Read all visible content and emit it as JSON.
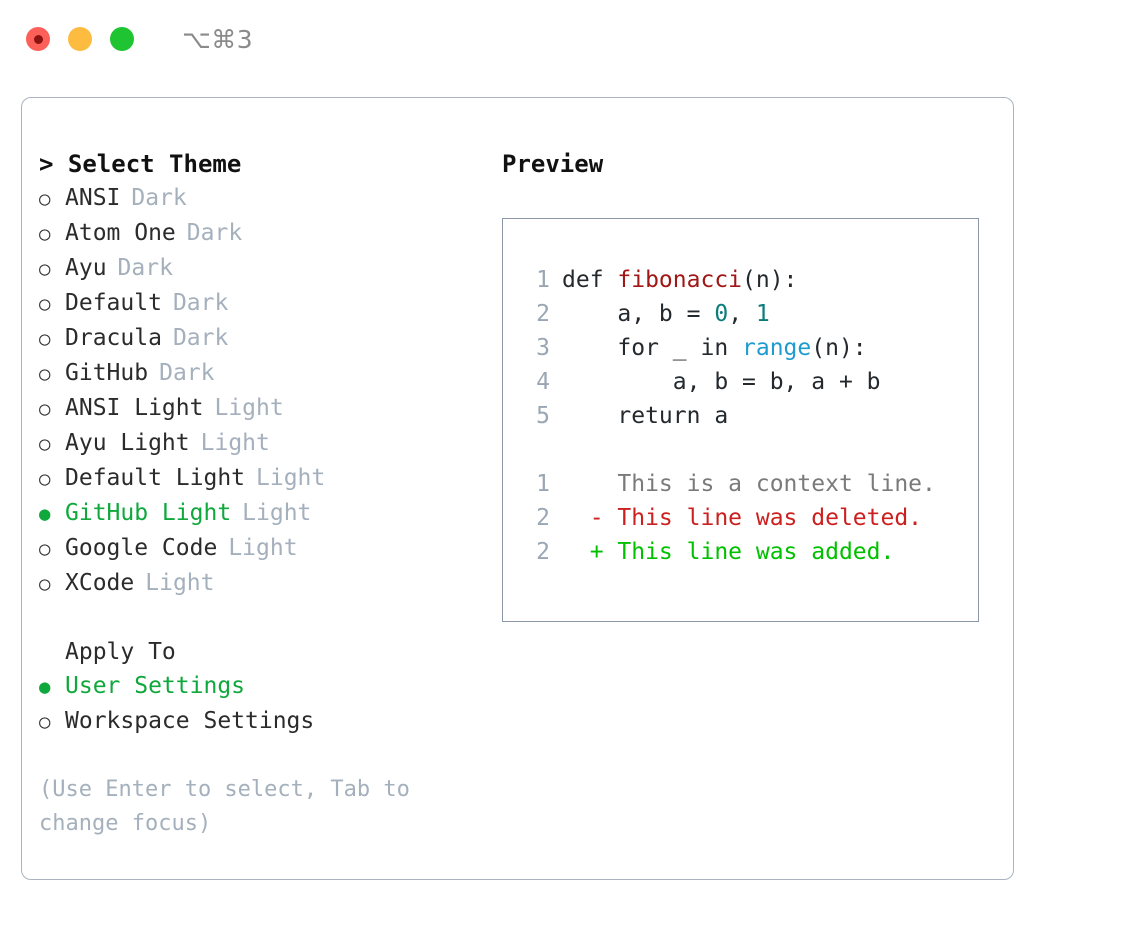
{
  "window": {
    "shortcut": "⌥⌘3",
    "controls": [
      {
        "name": "close",
        "color": "#fc6058"
      },
      {
        "name": "minimize",
        "color": "#fdbc40"
      },
      {
        "name": "maximize",
        "color": "#1ec431"
      }
    ]
  },
  "theme_list": {
    "title": "> Select Theme",
    "selected_bullet": "●",
    "unselected_bullet": "○",
    "items": [
      {
        "label": "ANSI",
        "tag": "Dark",
        "selected": false
      },
      {
        "label": "Atom One",
        "tag": "Dark",
        "selected": false
      },
      {
        "label": "Ayu",
        "tag": "Dark",
        "selected": false
      },
      {
        "label": "Default",
        "tag": "Dark",
        "selected": false
      },
      {
        "label": "Dracula",
        "tag": "Dark",
        "selected": false
      },
      {
        "label": "GitHub",
        "tag": "Dark",
        "selected": false
      },
      {
        "label": "ANSI Light",
        "tag": "Light",
        "selected": false
      },
      {
        "label": "Ayu Light",
        "tag": "Light",
        "selected": false
      },
      {
        "label": "Default Light",
        "tag": "Light",
        "selected": false
      },
      {
        "label": "GitHub Light",
        "tag": "Light",
        "selected": true
      },
      {
        "label": "Google Code",
        "tag": "Light",
        "selected": false
      },
      {
        "label": "XCode",
        "tag": "Light",
        "selected": false
      }
    ]
  },
  "apply_to": {
    "title": "Apply To",
    "items": [
      {
        "label": "User Settings",
        "selected": true
      },
      {
        "label": "Workspace Settings",
        "selected": false
      }
    ]
  },
  "hint": "(Use Enter to select, Tab to change focus)",
  "preview": {
    "title": "Preview",
    "code_lines": [
      {
        "no": "1",
        "parts": [
          {
            "t": "def ",
            "k": "plain"
          },
          {
            "t": "fibonacci",
            "k": "fn"
          },
          {
            "t": "(n):",
            "k": "plain"
          }
        ]
      },
      {
        "no": "2",
        "parts": [
          {
            "t": "    a, b = ",
            "k": "plain"
          },
          {
            "t": "0",
            "k": "num"
          },
          {
            "t": ", ",
            "k": "plain"
          },
          {
            "t": "1",
            "k": "num"
          }
        ]
      },
      {
        "no": "3",
        "parts": [
          {
            "t": "    for _ in ",
            "k": "plain"
          },
          {
            "t": "range",
            "k": "call"
          },
          {
            "t": "(n):",
            "k": "plain"
          }
        ]
      },
      {
        "no": "4",
        "parts": [
          {
            "t": "        a, b = b, a + b",
            "k": "plain"
          }
        ]
      },
      {
        "no": "5",
        "parts": [
          {
            "t": "    return a",
            "k": "plain"
          }
        ]
      }
    ],
    "diff_lines": [
      {
        "no": "1",
        "marker": " ",
        "text": " This is a context line.",
        "kind": "ctx"
      },
      {
        "no": "2",
        "marker": "-",
        "text": " This line was deleted.",
        "kind": "del"
      },
      {
        "no": "2",
        "marker": "+",
        "text": " This line was added.",
        "kind": "add"
      }
    ]
  },
  "colors": {
    "accent_green": "#0fa83c",
    "diff_add": "#00c000",
    "diff_del": "#cc2020",
    "function": "#a01717",
    "number": "#0b7c7c",
    "call": "#1f9ccf",
    "muted": "#a5b0bd"
  }
}
